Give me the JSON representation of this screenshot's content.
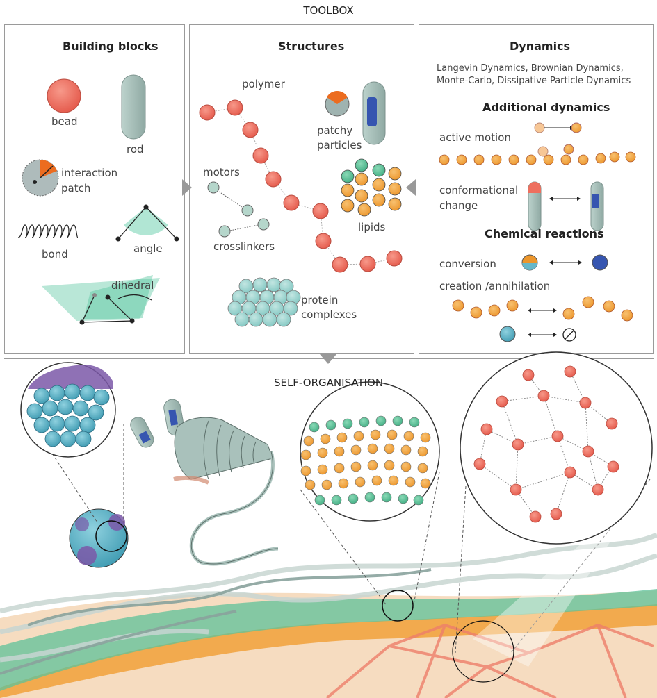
{
  "header": {
    "title": "TOOLBOX"
  },
  "building_blocks": {
    "title": "Building blocks",
    "bead": "bead",
    "rod": "rod",
    "patch_1": "interaction",
    "patch_2": "patch",
    "bond": "bond",
    "angle": "angle",
    "dihedral": "dihedral"
  },
  "structures": {
    "title": "Structures",
    "polymer": "polymer",
    "patchy_1": "patchy",
    "patchy_2": "particles",
    "motors": "motors",
    "crosslinkers": "crosslinkers",
    "lipids": "lipids",
    "protein_1": "protein",
    "protein_2": "complexes"
  },
  "dynamics": {
    "title": "Dynamics",
    "methods_1": "Langevin Dynamics, Brownian Dynamics,",
    "methods_2": "Monte-Carlo, Dissipative Particle Dynamics",
    "additional_title": "Additional dynamics",
    "active_motion": "active motion",
    "conformational_1": "conformational",
    "conformational_2": "change",
    "chemical_title": "Chemical reactions",
    "conversion": "conversion",
    "creation": "creation /annihilation"
  },
  "bottom": {
    "title": "SELF-ORGANISATION"
  },
  "colors": {
    "bead_red": "#ee6f5e",
    "bead_orange": "#f2a441",
    "bead_green": "#5ec29a",
    "teal": "#67b7c9",
    "rod_grey": "#a9c1bb",
    "patch_orange": "#ec6c1f",
    "blue": "#3655b0",
    "purple": "#7b58a8",
    "skin": "#f6dcc0",
    "dihedral_green": "#7fd4b6"
  }
}
